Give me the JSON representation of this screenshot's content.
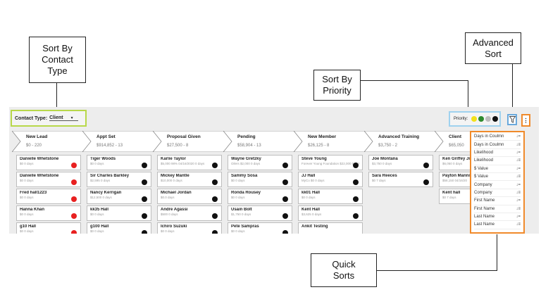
{
  "callouts": {
    "sort_by_contact_type": "Sort By Contact Type",
    "sort_by_priority": "Sort By Priority",
    "advanced_sort": "Advanced Sort",
    "quick_sorts": "Quick Sorts"
  },
  "toolbar": {
    "contact_type_label": "Contact Type:",
    "contact_type_value": "Client",
    "priority_label": "Priority:",
    "priority_colors": [
      "#f2e11b",
      "#2e8b2e",
      "#bdbdbd",
      "#111111"
    ],
    "advanced_sort_icon": "funnel-sort-icon",
    "more_icon": "more-vertical-icon"
  },
  "stages": [
    {
      "name": "New Lead",
      "value": "$0 - 220"
    },
    {
      "name": "Appt Set",
      "value": "$914,852 - 13"
    },
    {
      "name": "Proposal Given",
      "value": "$27,500 - 8"
    },
    {
      "name": "Pending",
      "value": "$58,904 - 13"
    },
    {
      "name": "New Member",
      "value": "$26,125 - 8"
    },
    {
      "name": "Advanced Training",
      "value": "$3,750 - 2"
    },
    {
      "name": "Client",
      "value": "$65,050"
    }
  ],
  "columns": [
    [
      {
        "name": "Danielle Whetstone",
        "sub": "$0 0 days",
        "dot": "#e82020"
      },
      {
        "name": "Danielle Whetstone",
        "sub": "$0 0 days",
        "dot": "#e82020"
      },
      {
        "name": "Fred hall1223",
        "sub": "$0 0 days",
        "dot": "#e82020"
      },
      {
        "name": "Hanna Khan",
        "sub": "$0 0 days",
        "dot": "#e82020"
      },
      {
        "name": "g10 Hall",
        "sub": "$0 0 days",
        "dot": "#e82020"
      }
    ],
    [
      {
        "name": "Tiger Woods",
        "sub": "$0 0 days",
        "dot": "#111111"
      },
      {
        "name": "Sir Charles Barkley",
        "sub": "$2,595 0 days",
        "dot": "#111111"
      },
      {
        "name": "Nancy Kerrigan",
        "sub": "$12,500 0 days",
        "dot": "#111111"
      },
      {
        "name": "kk35 Hall",
        "sub": "$0 0 days",
        "dot": "#111111"
      },
      {
        "name": "g100 Hall",
        "sub": "$0 0 days",
        "dot": "#111111"
      }
    ],
    [
      {
        "name": "Karlie Taylor",
        "sub": "$5,000 98% 04/16/2020 0 days",
        "dot": "#111111"
      },
      {
        "name": "Mickey Mantle",
        "sub": "$10,000 0 days",
        "dot": "#111111"
      },
      {
        "name": "Michael Jordan",
        "sub": "$0.0 days",
        "dot": "#111111"
      },
      {
        "name": "Andre Agassi",
        "sub": "$500 0 days",
        "dot": "#111111"
      },
      {
        "name": "Ichiro Suzuki",
        "sub": "$0 0 days",
        "dot": "#111111"
      }
    ],
    [
      {
        "name": "Wayne Gretzky",
        "sub": "Oilers $2,000 0 days",
        "dot": "#111111"
      },
      {
        "name": "Sammy Sosa",
        "sub": "$0 0 days",
        "dot": "#111111"
      },
      {
        "name": "Ronda Rousey",
        "sub": "$0 0 days",
        "dot": "#111111"
      },
      {
        "name": "Usain Bolt",
        "sub": "$1,750 0 days",
        "dot": "#111111"
      },
      {
        "name": "Pete Sampras",
        "sub": "$0 0 days",
        "dot": "#111111"
      }
    ],
    [
      {
        "name": "Steve Young",
        "sub": "Forever Young Foundation $22,000 04/16/2020 0 days",
        "dot": "#111111"
      },
      {
        "name": "JJ Hall",
        "sub": "MyCo $0 0 days",
        "dot": "#111111"
      },
      {
        "name": "kk01 Hall",
        "sub": "$0 0 days",
        "dot": "#111111"
      },
      {
        "name": "Kent Hall",
        "sub": "$3,625 0 days",
        "dot": "#111111"
      },
      {
        "name": "Ankit Testing",
        "sub": "",
        "dot": ""
      }
    ],
    [
      {
        "name": "Joe Montana",
        "sub": "$3,750 0 days",
        "dot": "#111111"
      },
      {
        "name": "Sara Reeces",
        "sub": "$0 7 days",
        "dot": "#111111"
      }
    ],
    [
      {
        "name": "Ken Griffey Jr",
        "sub": "$6,050 0 days",
        "dot": ""
      },
      {
        "name": "Payton Manni",
        "sub": "$58,150 04/16/20",
        "dot": ""
      },
      {
        "name": "Kent hall",
        "sub": "$0 7 days",
        "dot": ""
      }
    ]
  ],
  "sort_menu": [
    {
      "label": "Days in Coulmn",
      "icon": "sort-desc-icon",
      "glyph": "↓="
    },
    {
      "label": "Days in Coulmn",
      "icon": "sort-asc-icon",
      "glyph": "↓≡"
    },
    {
      "label": "Likelihood",
      "icon": "sort-desc-icon",
      "glyph": "↓="
    },
    {
      "label": "Likelihood",
      "icon": "sort-asc-icon",
      "glyph": "↓≡"
    },
    {
      "label": "$ Value",
      "icon": "sort-desc-icon",
      "glyph": "↓="
    },
    {
      "label": "$ Value",
      "icon": "sort-asc-icon",
      "glyph": "↓≡"
    },
    {
      "label": "Company",
      "icon": "sort-desc-icon",
      "glyph": "↓="
    },
    {
      "label": "Company",
      "icon": "sort-asc-icon",
      "glyph": "↓≡"
    },
    {
      "label": "First Name",
      "icon": "sort-desc-icon",
      "glyph": "↓="
    },
    {
      "label": "First Name",
      "icon": "sort-asc-icon",
      "glyph": "↓≡"
    },
    {
      "label": "Last Name",
      "icon": "sort-desc-icon",
      "glyph": "↓="
    },
    {
      "label": "Last Name",
      "icon": "sort-asc-icon",
      "glyph": "↓≡"
    }
  ]
}
